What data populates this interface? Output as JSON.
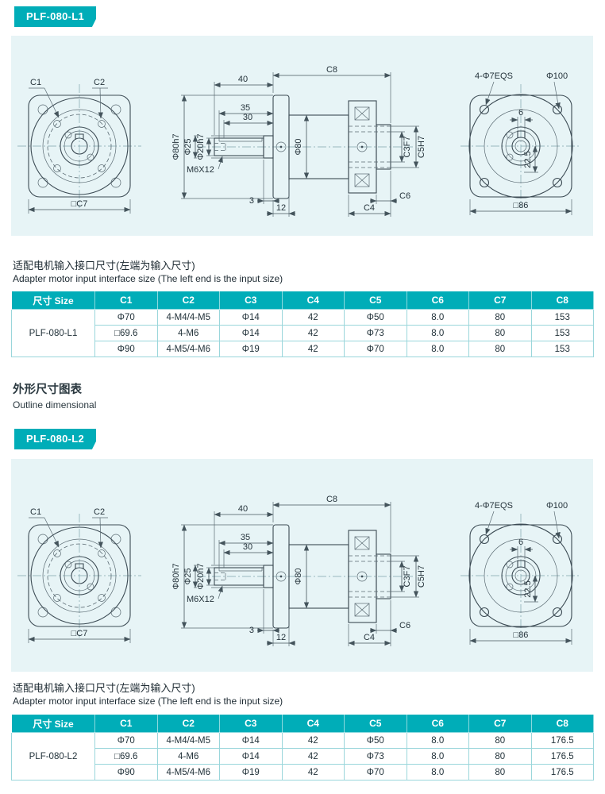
{
  "theme": {
    "accent": "#00ADB8",
    "panel_bg": "#E7F4F6",
    "table_border": "#9AD6DB"
  },
  "drawing": {
    "front": {
      "c1": "C1",
      "c2": "C2",
      "c7": "□C7"
    },
    "side": {
      "c8": "C8",
      "len40": "40",
      "len35": "35",
      "len30": "30",
      "dia80h7": "Φ80h7",
      "dia25": "Φ25",
      "dia20h7": "Φ20h7",
      "tap": "M6X12",
      "dia80": "Φ80",
      "c3": "C3F7",
      "c5": "C5H7",
      "c6": "C6",
      "c4": "C4",
      "len3": "3",
      "len12": "12"
    },
    "rear": {
      "holes": "4-Φ7EQS",
      "dia100": "Φ100",
      "len6": "6",
      "len225": "22.5",
      "sq86": "□86"
    }
  },
  "captions": {
    "cn": "适配电机输入接口尺寸(左端为输入尺寸)",
    "en": "Adapter motor input interface size (The left end is the input size)"
  },
  "between": {
    "heading_cn": "外形尺寸图表",
    "heading_en": "Outline dimensional"
  },
  "sections": [
    {
      "badge": "PLF-080-L1",
      "table": {
        "headers": [
          "尺寸 Size",
          "C1",
          "C2",
          "C3",
          "C4",
          "C5",
          "C6",
          "C7",
          "C8"
        ],
        "model": "PLF-080-L1",
        "rows": [
          [
            "Φ70",
            "4-M4/4-M5",
            "Φ14",
            "42",
            "Φ50",
            "8.0",
            "80",
            "153"
          ],
          [
            "□69.6",
            "4-M6",
            "Φ14",
            "42",
            "Φ73",
            "8.0",
            "80",
            "153"
          ],
          [
            "Φ90",
            "4-M5/4-M6",
            "Φ19",
            "42",
            "Φ70",
            "8.0",
            "80",
            "153"
          ]
        ]
      }
    },
    {
      "badge": "PLF-080-L2",
      "table": {
        "headers": [
          "尺寸 Size",
          "C1",
          "C2",
          "C3",
          "C4",
          "C5",
          "C6",
          "C7",
          "C8"
        ],
        "model": "PLF-080-L2",
        "rows": [
          [
            "Φ70",
            "4-M4/4-M5",
            "Φ14",
            "42",
            "Φ50",
            "8.0",
            "80",
            "176.5"
          ],
          [
            "□69.6",
            "4-M6",
            "Φ14",
            "42",
            "Φ73",
            "8.0",
            "80",
            "176.5"
          ],
          [
            "Φ90",
            "4-M5/4-M6",
            "Φ19",
            "42",
            "Φ70",
            "8.0",
            "80",
            "176.5"
          ]
        ]
      }
    }
  ]
}
